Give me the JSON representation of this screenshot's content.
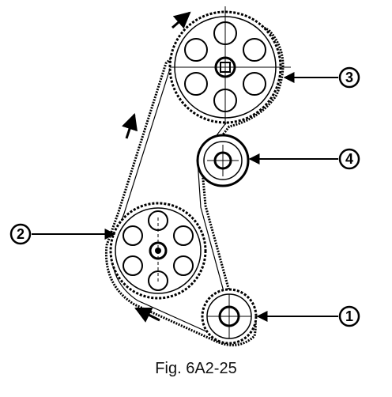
{
  "caption": "Fig. 6A2-25",
  "callouts": [
    {
      "id": "1",
      "label": "1"
    },
    {
      "id": "2",
      "label": "2"
    },
    {
      "id": "3",
      "label": "3"
    },
    {
      "id": "4",
      "label": "4"
    }
  ],
  "colors": {
    "ink": "#000000",
    "background": "#ffffff"
  }
}
